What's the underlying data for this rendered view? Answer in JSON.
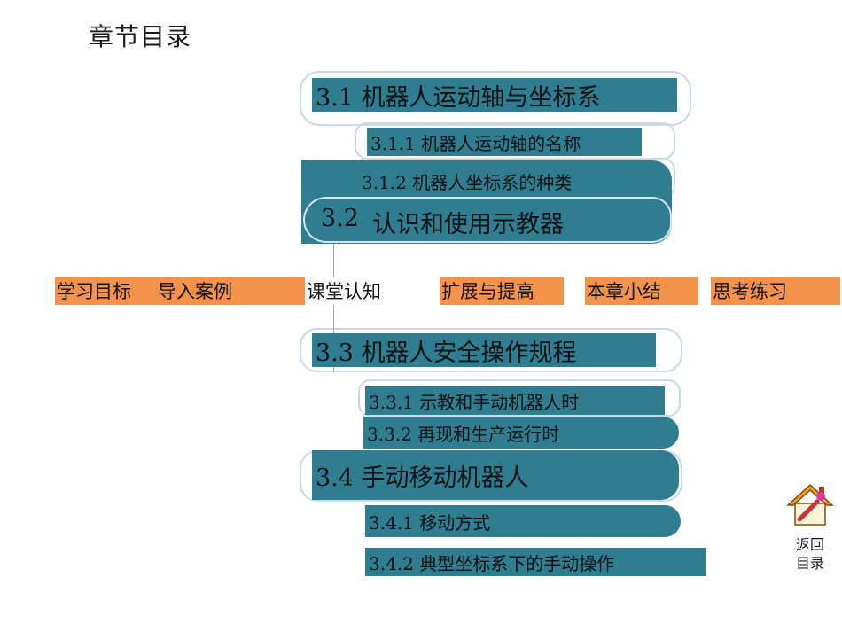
{
  "page": {
    "title": "章节目录"
  },
  "sections": {
    "s31": {
      "label": "3.1  机器人运动轴与坐标系"
    },
    "s311": {
      "label": "3.1.1  机器人运动轴的名称"
    },
    "s312": {
      "label": "3.1.2  机器人坐标系的种类"
    },
    "s32_num": {
      "label": "3.2"
    },
    "s32": {
      "label": "认识和使用示教器"
    },
    "s33": {
      "label": "3.3  机器人安全操作规程"
    },
    "s331": {
      "label": "3.3.1  示教和手动机器人时"
    },
    "s332": {
      "label": "3.3.2  再现和生产运行时"
    },
    "s34": {
      "label": "3.4  手动移动机器人"
    },
    "s341": {
      "label": "3.4.1  移动方式"
    },
    "s342": {
      "label": "3.4.2  典型坐标系下的手动操作"
    }
  },
  "nav": {
    "items": [
      "学习目标",
      "导入案例",
      "课堂认知",
      "扩展与提高",
      "本章小结",
      "思考练习"
    ],
    "color": "#f4924a"
  },
  "accent": "#2f7d91",
  "back": {
    "line1": "返回",
    "line2": "目录",
    "icon": "home-edit-icon"
  }
}
